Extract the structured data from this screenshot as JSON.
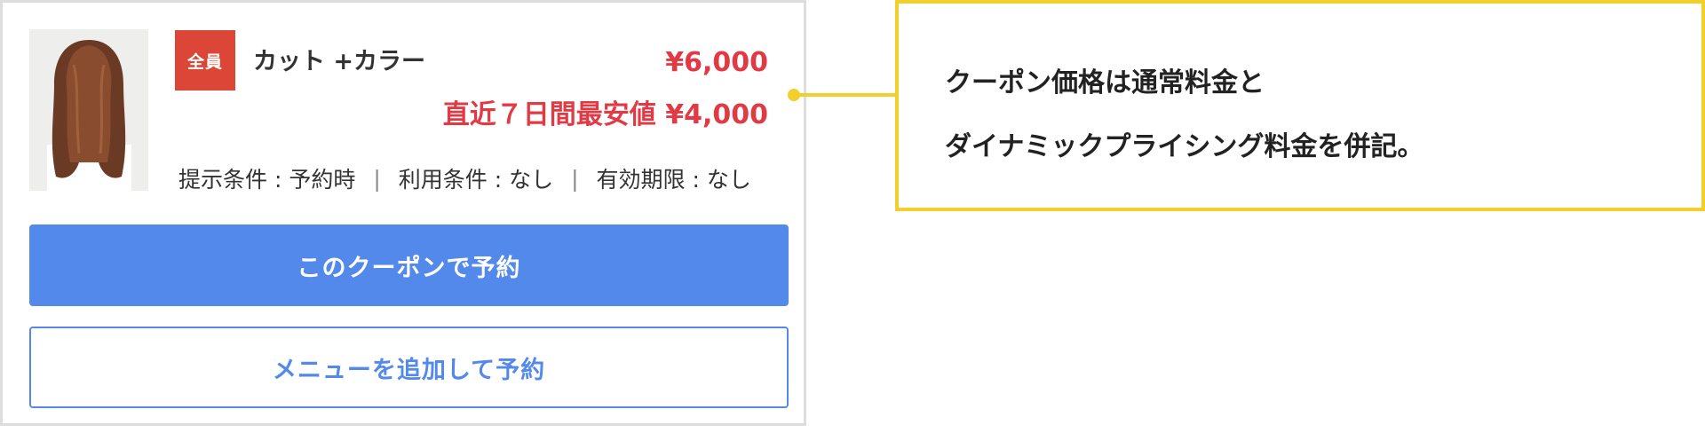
{
  "coupon": {
    "badge": "全員",
    "menu_name": "カット +カラー",
    "price_normal": "¥6,000",
    "price_dynamic": "直近７日間最安値 ¥4,000",
    "conditions": {
      "presentation": "提示条件 : 予約時",
      "usage": "利用条件 : なし",
      "expiry": "有効期限 : なし",
      "separator": "|"
    },
    "reserve_button": "このクーポンで予約",
    "add_menu_button": "メニューを追加して予約",
    "thumbnail": "hair-model-photo"
  },
  "callout": {
    "line1": "クーポン価格は通常料金と",
    "line2": "ダイナミックプライシング料金を併記。"
  },
  "colors": {
    "badge": "#dc4637",
    "price": "#e23a45",
    "primary": "#5389eb",
    "callout": "#f2cf2a"
  }
}
